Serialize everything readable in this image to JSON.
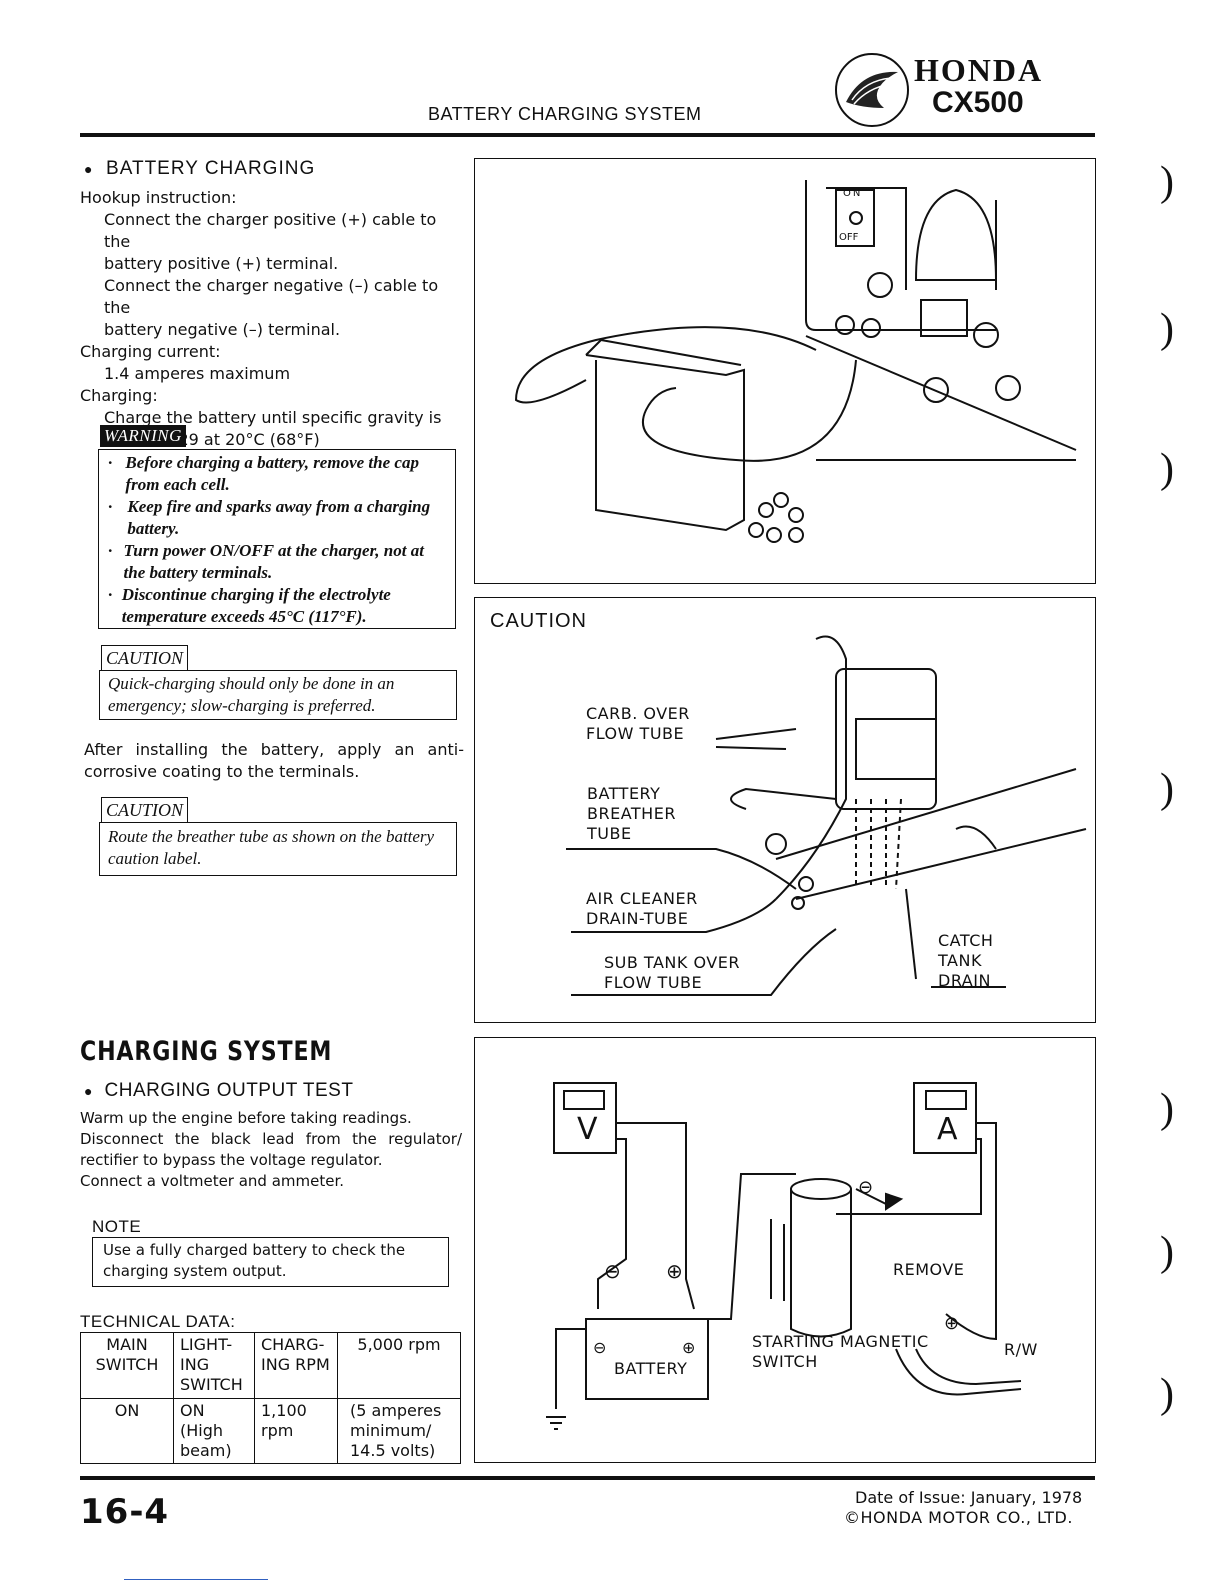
{
  "header": {
    "section_title": "BATTERY CHARGING SYSTEM",
    "brand": "HONDA",
    "model": "CX500"
  },
  "battery_charging": {
    "heading": "BATTERY CHARGING",
    "hookup_label": "Hookup instruction:",
    "hookup_1a": "Connect the charger positive (+) cable to the",
    "hookup_1b": "battery positive (+) terminal.",
    "hookup_2a": "Connect the charger negative (–) cable to the",
    "hookup_2b": "battery negative (–) terminal.",
    "current_label": "Charging current:",
    "current_value": "1.4 amperes maximum",
    "charging_label": "Charging:",
    "charging_a": "Charge the battery until specific gravity is",
    "charging_b": "1.27 ~ 1.29 at 20°C (68°F)"
  },
  "warning": {
    "label": "WARNING",
    "items": [
      "Before charging a battery, remove the cap from each cell.",
      "Keep fire and sparks away from a charging battery.",
      "Turn power ON/OFF at the charger, not at the battery terminals.",
      "Discontinue charging if the electrolyte temperature exceeds 45°C (117°F)."
    ]
  },
  "caution1": {
    "label": "CAUTION",
    "text": "Quick-charging should only be done in an emergency; slow-charging is preferred."
  },
  "after_install": "After installing the battery, apply an anti-corrosive coating to the terminals.",
  "caution2": {
    "label": "CAUTION",
    "text": "Route the breather tube as shown on the battery caution label."
  },
  "charging_system": {
    "heading": "CHARGING SYSTEM",
    "subheading": "CHARGING OUTPUT TEST",
    "p1": "Warm up the engine before taking readings.",
    "p2": "Disconnect the black lead from the regulator/ rectifier to bypass the voltage regulator.",
    "p3": "Connect a voltmeter and ammeter.",
    "note_label": "NOTE",
    "note_text": "Use a fully charged battery to check the charging system output.",
    "tech_label": "TECHNICAL DATA:",
    "table_headers": [
      "MAIN SWITCH",
      "LIGHT-ING SWITCH",
      "CHARG-ING RPM",
      "5,000 rpm"
    ],
    "table_row": [
      "ON",
      "ON (High beam)",
      "1,100 rpm",
      "(5 amperes minimum/ 14.5 volts)"
    ]
  },
  "figure_charger": {
    "switch_on": "ON",
    "switch_off": "OFF"
  },
  "figure_caution": {
    "title": "CAUTION",
    "labels": {
      "carb": "CARB. OVER FLOW TUBE",
      "breather": "BATTERY BREATHER TUBE",
      "air": "AIR CLEANER DRAIN-TUBE",
      "sub": "SUB TANK OVER FLOW TUBE",
      "catch": "CATCH TANK DRAIN"
    }
  },
  "figure_test": {
    "volt": "V",
    "amp": "A",
    "minus": "⊖",
    "plus": "⊕",
    "battery": "BATTERY",
    "remove": "REMOVE",
    "starting": "STARTING MAGNETIC SWITCH",
    "rw": "R/W"
  },
  "footer": {
    "page": "16-4",
    "date": "Date of Issue: January, 1978",
    "copyright": "©HONDA MOTOR CO., LTD."
  }
}
